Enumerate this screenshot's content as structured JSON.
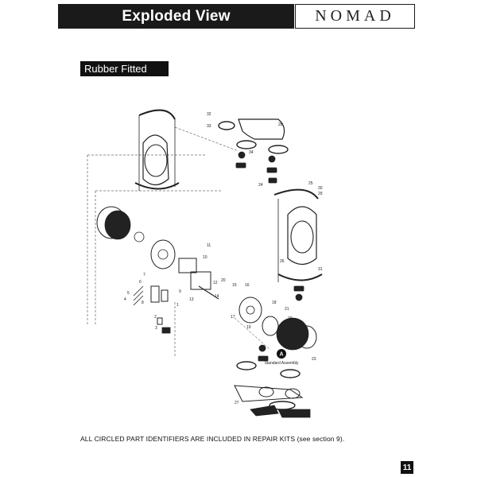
{
  "header": {
    "title": "Exploded View",
    "logo": "NOMAD"
  },
  "section": {
    "label": "Rubber Fitted"
  },
  "diagram": {
    "part_numbers": [
      "32",
      "33",
      "28",
      "34",
      "25",
      "24",
      "29",
      "30",
      "26",
      "31",
      "11",
      "10",
      "7",
      "6",
      "5",
      "4",
      "8",
      "9",
      "1",
      "2",
      "3",
      "12",
      "14",
      "13",
      "20",
      "15",
      "16",
      "17",
      "18",
      "19",
      "21",
      "22",
      "23",
      "27"
    ],
    "callout_letter": "A",
    "callout_caption": "Standard Assembly"
  },
  "footer": {
    "note": "ALL CIRCLED PART IDENTIFIERS ARE INCLUDED IN REPAIR KITS (see section 9).",
    "page_number": "11"
  },
  "colors": {
    "ink": "#1a1a1a",
    "paper": "#ffffff"
  }
}
